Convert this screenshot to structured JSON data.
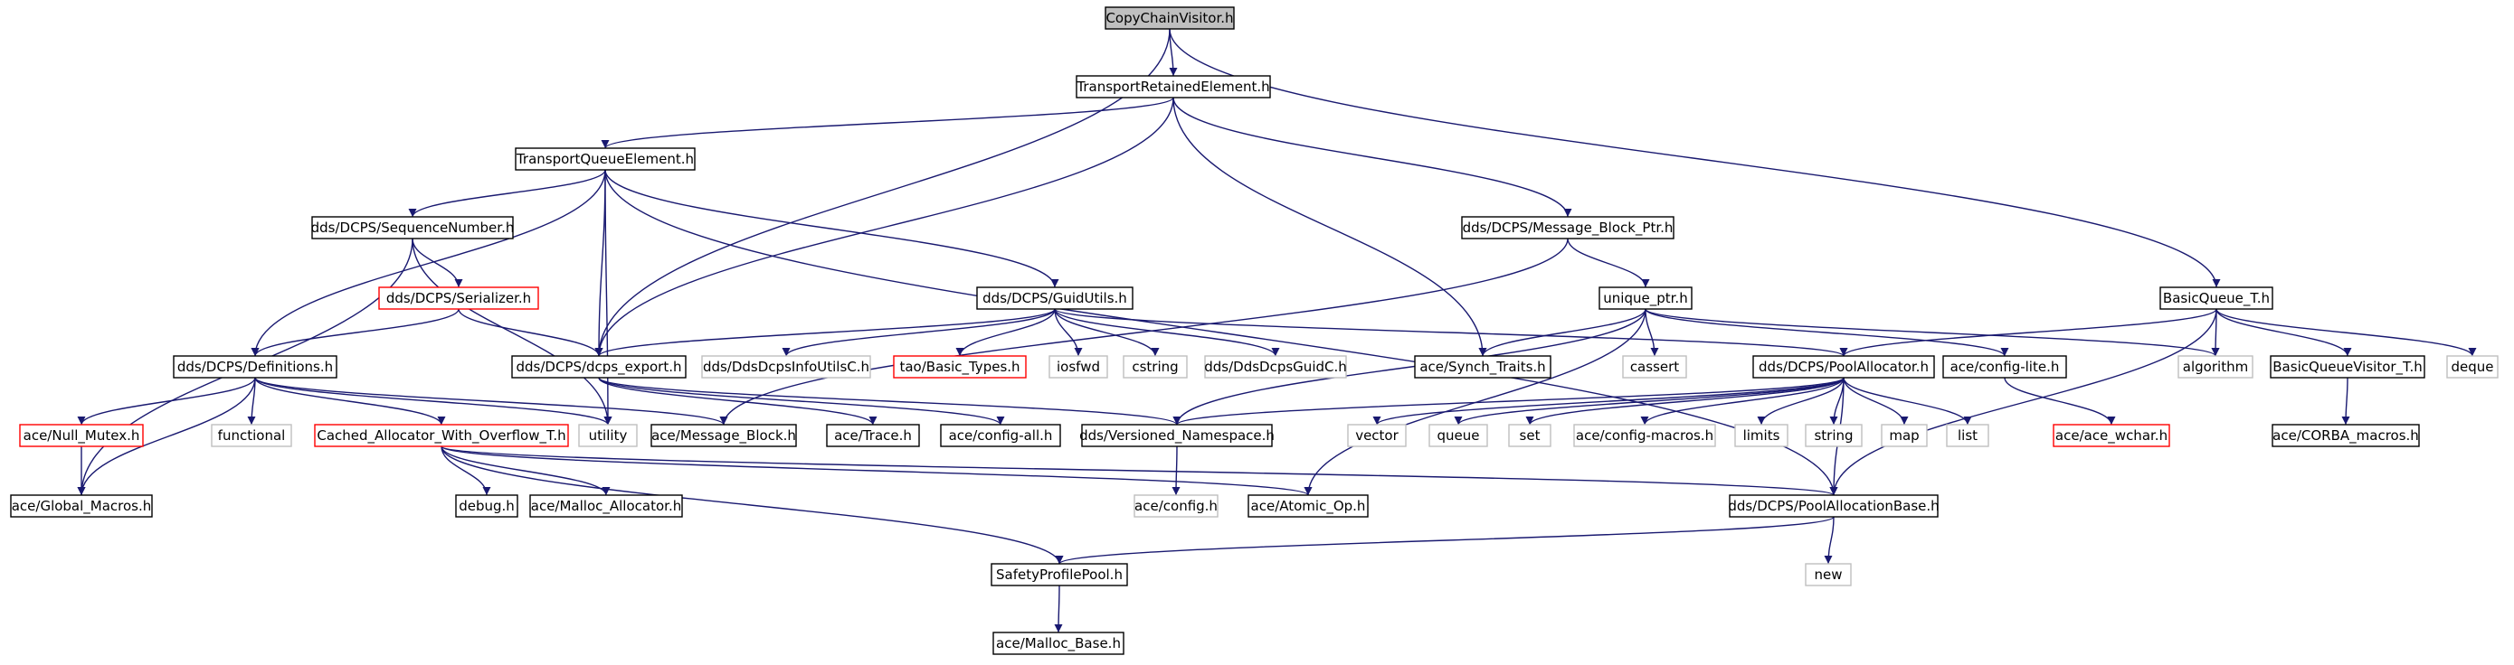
{
  "colors": {
    "edge": "#191970",
    "border_normal": "#000000",
    "border_truncated": "#ff0000",
    "border_external": "#bfbfbf",
    "fill_root": "#bfbfbf",
    "fill": "#ffffff"
  },
  "nodes": [
    {
      "id": "copychain",
      "label": "CopyChainVisitor.h",
      "kind": "root"
    },
    {
      "id": "transport_retained",
      "label": "TransportRetainedElement.h",
      "kind": "normal"
    },
    {
      "id": "transport_queue",
      "label": "TransportQueueElement.h",
      "kind": "normal"
    },
    {
      "id": "message_block_ptr",
      "label": "dds/DCPS/Message_Block_Ptr.h",
      "kind": "normal"
    },
    {
      "id": "basic_queue",
      "label": "BasicQueue_T.h",
      "kind": "normal"
    },
    {
      "id": "sequence_number",
      "label": "dds/DCPS/SequenceNumber.h",
      "kind": "normal"
    },
    {
      "id": "serializer",
      "label": "dds/DCPS/Serializer.h",
      "kind": "truncated"
    },
    {
      "id": "guid_utils",
      "label": "dds/DCPS/GuidUtils.h",
      "kind": "normal"
    },
    {
      "id": "unique_ptr",
      "label": "unique_ptr.h",
      "kind": "normal"
    },
    {
      "id": "definitions",
      "label": "dds/DCPS/Definitions.h",
      "kind": "normal"
    },
    {
      "id": "dcps_export",
      "label": "dds/DCPS/dcps_export.h",
      "kind": "normal"
    },
    {
      "id": "dds_dcps_info_utils_c",
      "label": "dds/DdsDcpsInfoUtilsC.h",
      "kind": "external"
    },
    {
      "id": "tao_basic_types",
      "label": "tao/Basic_Types.h",
      "kind": "truncated"
    },
    {
      "id": "iosfwd",
      "label": "iosfwd",
      "kind": "external"
    },
    {
      "id": "cstring",
      "label": "cstring",
      "kind": "external"
    },
    {
      "id": "dds_dcps_guid_c",
      "label": "dds/DdsDcpsGuidC.h",
      "kind": "external"
    },
    {
      "id": "synch_traits",
      "label": "ace/Synch_Traits.h",
      "kind": "normal"
    },
    {
      "id": "cassert",
      "label": "cassert",
      "kind": "external"
    },
    {
      "id": "pool_allocator",
      "label": "dds/DCPS/PoolAllocator.h",
      "kind": "normal"
    },
    {
      "id": "config_lite",
      "label": "ace/config-lite.h",
      "kind": "normal"
    },
    {
      "id": "algorithm",
      "label": "algorithm",
      "kind": "external"
    },
    {
      "id": "basic_queue_visitor",
      "label": "BasicQueueVisitor_T.h",
      "kind": "normal"
    },
    {
      "id": "deque",
      "label": "deque",
      "kind": "external"
    },
    {
      "id": "null_mutex",
      "label": "ace/Null_Mutex.h",
      "kind": "truncated"
    },
    {
      "id": "functional",
      "label": "functional",
      "kind": "external"
    },
    {
      "id": "cached_allocator",
      "label": "Cached_Allocator_With_Overflow_T.h",
      "kind": "truncated"
    },
    {
      "id": "utility",
      "label": "utility",
      "kind": "external"
    },
    {
      "id": "message_block",
      "label": "ace/Message_Block.h",
      "kind": "normal"
    },
    {
      "id": "trace",
      "label": "ace/Trace.h",
      "kind": "normal"
    },
    {
      "id": "config_all",
      "label": "ace/config-all.h",
      "kind": "normal"
    },
    {
      "id": "versioned_namespace",
      "label": "dds/Versioned_Namespace.h",
      "kind": "normal"
    },
    {
      "id": "vector",
      "label": "vector",
      "kind": "external"
    },
    {
      "id": "queue",
      "label": "queue",
      "kind": "external"
    },
    {
      "id": "set",
      "label": "set",
      "kind": "external"
    },
    {
      "id": "config_macros",
      "label": "ace/config-macros.h",
      "kind": "external"
    },
    {
      "id": "limits",
      "label": "limits",
      "kind": "external"
    },
    {
      "id": "string",
      "label": "string",
      "kind": "external"
    },
    {
      "id": "map",
      "label": "map",
      "kind": "external"
    },
    {
      "id": "list",
      "label": "list",
      "kind": "external"
    },
    {
      "id": "ace_wchar",
      "label": "ace/ace_wchar.h",
      "kind": "truncated"
    },
    {
      "id": "corba_macros",
      "label": "ace/CORBA_macros.h",
      "kind": "normal"
    },
    {
      "id": "global_macros",
      "label": "ace/Global_Macros.h",
      "kind": "normal"
    },
    {
      "id": "debug",
      "label": "debug.h",
      "kind": "normal"
    },
    {
      "id": "malloc_allocator",
      "label": "ace/Malloc_Allocator.h",
      "kind": "normal"
    },
    {
      "id": "config",
      "label": "ace/config.h",
      "kind": "external"
    },
    {
      "id": "atomic_op",
      "label": "ace/Atomic_Op.h",
      "kind": "normal"
    },
    {
      "id": "pool_allocation_base",
      "label": "dds/DCPS/PoolAllocationBase.h",
      "kind": "normal"
    },
    {
      "id": "new",
      "label": "new",
      "kind": "external"
    },
    {
      "id": "safety_profile_pool",
      "label": "SafetyProfilePool.h",
      "kind": "normal"
    },
    {
      "id": "malloc_base",
      "label": "ace/Malloc_Base.h",
      "kind": "normal"
    }
  ],
  "edges": [
    [
      "copychain",
      "transport_retained"
    ],
    [
      "copychain",
      "dcps_export"
    ],
    [
      "copychain",
      "basic_queue"
    ],
    [
      "transport_retained",
      "transport_queue"
    ],
    [
      "transport_retained",
      "dcps_export"
    ],
    [
      "transport_retained",
      "message_block_ptr"
    ],
    [
      "transport_retained",
      "synch_traits"
    ],
    [
      "transport_queue",
      "sequence_number"
    ],
    [
      "transport_queue",
      "definitions"
    ],
    [
      "transport_queue",
      "dcps_export"
    ],
    [
      "transport_queue",
      "guid_utils"
    ],
    [
      "transport_queue",
      "utility"
    ],
    [
      "transport_queue",
      "pool_allocation_base"
    ],
    [
      "message_block_ptr",
      "unique_ptr"
    ],
    [
      "message_block_ptr",
      "message_block"
    ],
    [
      "basic_queue",
      "pool_allocator"
    ],
    [
      "basic_queue",
      "basic_queue_visitor"
    ],
    [
      "basic_queue",
      "deque"
    ],
    [
      "basic_queue",
      "algorithm"
    ],
    [
      "basic_queue",
      "pool_allocation_base"
    ],
    [
      "sequence_number",
      "serializer"
    ],
    [
      "sequence_number",
      "utility"
    ],
    [
      "sequence_number",
      "global_macros"
    ],
    [
      "serializer",
      "definitions"
    ],
    [
      "serializer",
      "dcps_export"
    ],
    [
      "guid_utils",
      "dcps_export"
    ],
    [
      "guid_utils",
      "dds_dcps_info_utils_c"
    ],
    [
      "guid_utils",
      "tao_basic_types"
    ],
    [
      "guid_utils",
      "iosfwd"
    ],
    [
      "guid_utils",
      "cstring"
    ],
    [
      "guid_utils",
      "dds_dcps_guid_c"
    ],
    [
      "guid_utils",
      "pool_allocator"
    ],
    [
      "unique_ptr",
      "synch_traits"
    ],
    [
      "unique_ptr",
      "cassert"
    ],
    [
      "unique_ptr",
      "config_lite"
    ],
    [
      "unique_ptr",
      "algorithm"
    ],
    [
      "unique_ptr",
      "versioned_namespace"
    ],
    [
      "unique_ptr",
      "atomic_op"
    ],
    [
      "definitions",
      "null_mutex"
    ],
    [
      "definitions",
      "functional"
    ],
    [
      "definitions",
      "cached_allocator"
    ],
    [
      "definitions",
      "utility"
    ],
    [
      "definitions",
      "message_block"
    ],
    [
      "definitions",
      "global_macros"
    ],
    [
      "dcps_export",
      "trace"
    ],
    [
      "dcps_export",
      "config_all"
    ],
    [
      "dcps_export",
      "versioned_namespace"
    ],
    [
      "pool_allocator",
      "vector"
    ],
    [
      "pool_allocator",
      "queue"
    ],
    [
      "pool_allocator",
      "set"
    ],
    [
      "pool_allocator",
      "config_macros"
    ],
    [
      "pool_allocator",
      "limits"
    ],
    [
      "pool_allocator",
      "string"
    ],
    [
      "pool_allocator",
      "map"
    ],
    [
      "pool_allocator",
      "list"
    ],
    [
      "pool_allocator",
      "versioned_namespace"
    ],
    [
      "pool_allocator",
      "pool_allocation_base"
    ],
    [
      "config_lite",
      "ace_wchar"
    ],
    [
      "basic_queue_visitor",
      "corba_macros"
    ],
    [
      "null_mutex",
      "global_macros"
    ],
    [
      "cached_allocator",
      "debug"
    ],
    [
      "cached_allocator",
      "malloc_allocator"
    ],
    [
      "cached_allocator",
      "atomic_op"
    ],
    [
      "cached_allocator",
      "pool_allocation_base"
    ],
    [
      "cached_allocator",
      "safety_profile_pool"
    ],
    [
      "versioned_namespace",
      "config"
    ],
    [
      "pool_allocation_base",
      "new"
    ],
    [
      "pool_allocation_base",
      "safety_profile_pool"
    ],
    [
      "safety_profile_pool",
      "malloc_base"
    ]
  ]
}
